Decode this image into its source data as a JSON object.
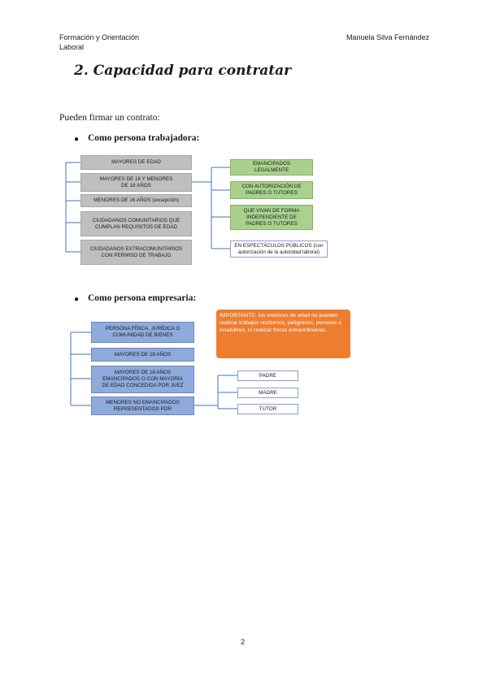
{
  "header": {
    "left": "Formación y Orientación\nLaboral",
    "right": "Manuela Silva Fernández"
  },
  "title": "2. Capacidad para contratar",
  "intro": "Pueden firmar un contrato:",
  "section1": {
    "heading": "Como persona trabajadora:",
    "left_boxes": [
      "MAYORES DE EDAD",
      "MAYORES DE 16 Y MENORES\nDE 18 AÑOS",
      "MENORES DE 16 AÑOS (excepción)",
      "CIUDADANOS COMUNITARIOS QUE\nCUMPLAN REQUISITOS DE EDAD",
      "CIUDADANOS EXTRACOMUNITARIOS\nCON PERMISO DE TRABAJO"
    ],
    "right_boxes": [
      "EMANCIPADOS\nLEGALMENTE",
      "CON AUTORIZACIÓN DE\nPADRES O TUTORES",
      "QUE VIVAN DE FORMA\nINDEPENDIENTE DE\nPADRES O TUTORES",
      "EN ESPECTÁCULOS PÚBLICOS (con\nautorización de la autoridad laboral)"
    ]
  },
  "section2": {
    "heading": "Como persona empresaria:",
    "left_boxes": [
      "PERSONA FÍSICA, JURÍDICA O\nCOMUNIDAD DE BIENES",
      "MAYORES DE 18 AÑOS",
      "MAYORES DE 16 AÑOS\nEMANCIPADOS O CON MAYORÍA\nDE EDAD CONCEDIDA POR JUEZ",
      "MENORES NO EMANCIPADOS\nREPRESENTADOS POR"
    ],
    "right_boxes": [
      "PADRE",
      "MADRE",
      "TUTOR"
    ],
    "note": "IMPORTANTE: los menores de edad no pueden realizar trabajos nocturnos, peligrosos, penosos o insalubres, ni realizar horas extraordinarias."
  },
  "page_number": "2"
}
